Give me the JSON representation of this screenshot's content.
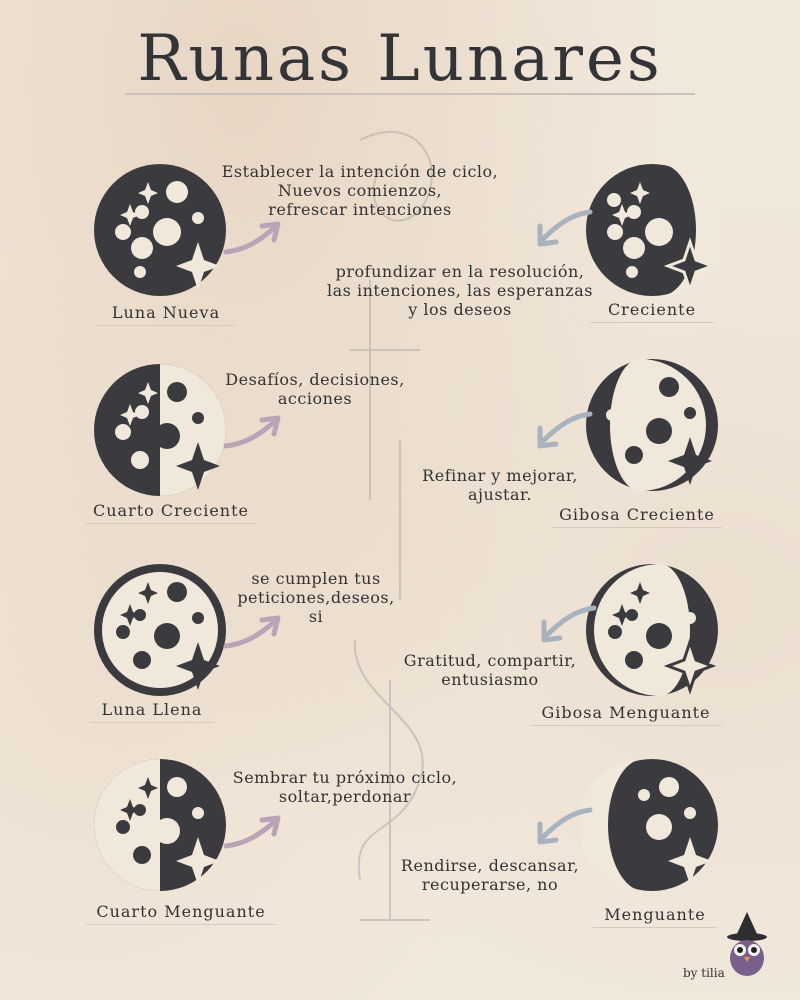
{
  "title": "Runas Lunares",
  "credit": "by tilia",
  "phases": [
    {
      "name": "Luna Nueva",
      "desc": [
        "Establecer la intención de ciclo,",
        "Nuevos comienzos,",
        "refrescar intenciones"
      ]
    },
    {
      "name": "Creciente",
      "desc": [
        "profundizar en la resolución,",
        "las intenciones, las esperanzas",
        "y los deseos"
      ]
    },
    {
      "name": "Cuarto Creciente",
      "desc": [
        "Desafíos, decisiones,",
        "acciones"
      ]
    },
    {
      "name": "Gibosa Creciente",
      "desc": [
        "Refinar y mejorar,",
        "ajustar."
      ]
    },
    {
      "name": "Luna Llena",
      "desc": [
        "se cumplen tus",
        "peticiones,deseos,",
        "si"
      ]
    },
    {
      "name": "Gibosa Menguante",
      "desc": [
        "Gratitud, compartir,",
        "entusiasmo"
      ]
    },
    {
      "name": "Cuarto Menguante",
      "desc": [
        "Sembrar tu próximo ciclo,",
        "soltar,perdonar"
      ]
    },
    {
      "name": "Menguante",
      "desc": [
        "Rendirse, descansar,",
        "recuperarse, no"
      ]
    }
  ],
  "colors": {
    "dark": "#3b3b3f",
    "arrow_left": "#b9a3b6",
    "arrow_right": "#a9b3bf"
  }
}
